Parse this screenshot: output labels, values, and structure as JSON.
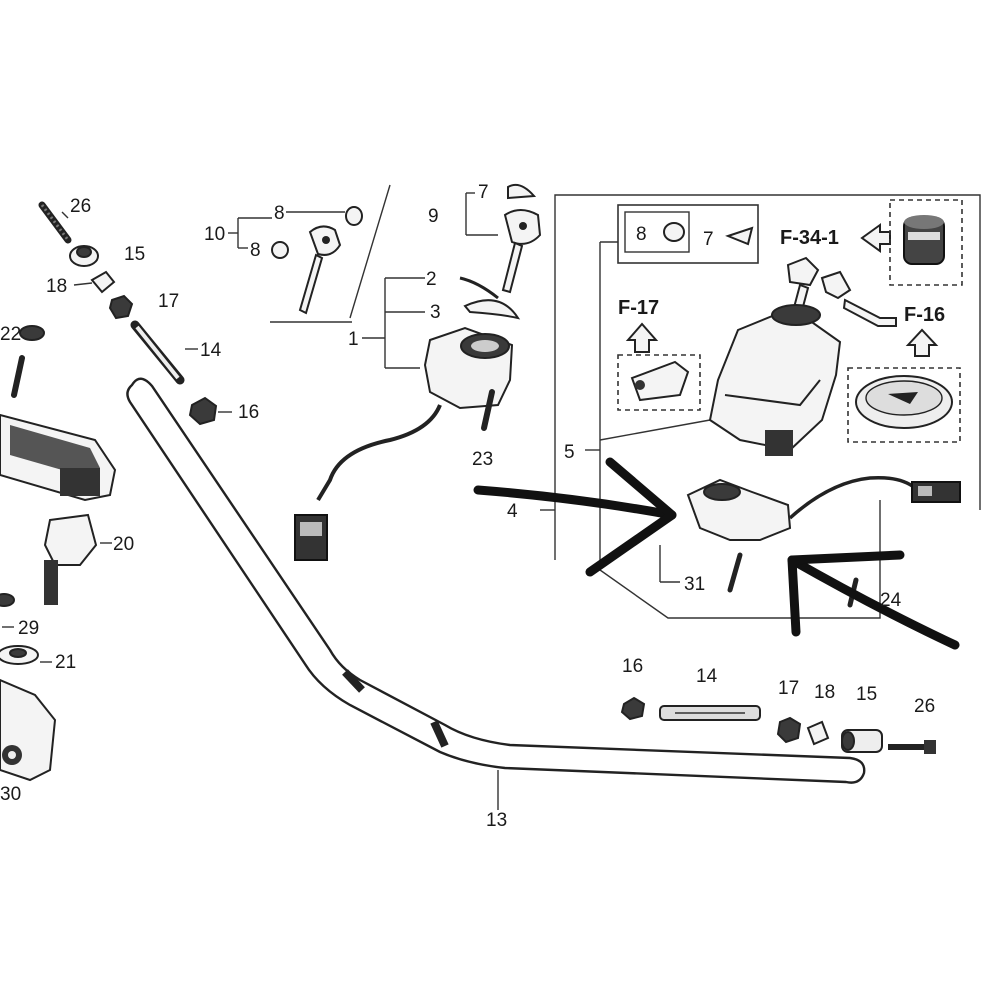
{
  "labels": {
    "l26a": "26",
    "l15a": "15",
    "l18a": "18",
    "l17a": "17",
    "l14a": "14",
    "l16a": "16",
    "l10": "10",
    "l8a": "8",
    "l8b": "8",
    "l9": "9",
    "l7a": "7",
    "l2": "2",
    "l3": "3",
    "l1": "1",
    "l23": "23",
    "l20": "20",
    "l29": "29",
    "l21": "21",
    "l30": "30",
    "l22": "22",
    "l8box": "8",
    "l7box": "7",
    "l5": "5",
    "l4": "4",
    "l31": "31",
    "l24": "24",
    "l13": "13",
    "l16b": "16",
    "l14b": "14",
    "l17b": "17",
    "l18b": "18",
    "l15b": "15",
    "l26b": "26"
  },
  "refs": {
    "f341": "F-34-1",
    "f17": "F-17",
    "f16": "F-16"
  },
  "annotations": {
    "marker_color": "#111111",
    "markers": [
      "arrow-pointing-right",
      "arrow-pointing-left"
    ]
  }
}
